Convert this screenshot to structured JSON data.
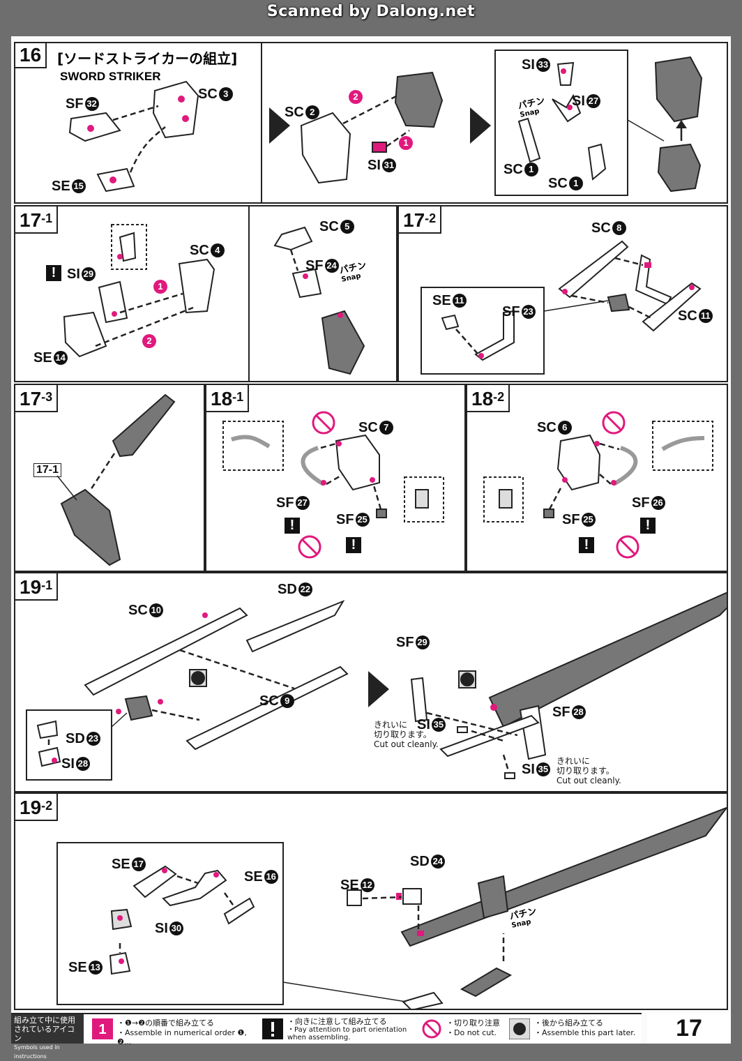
{
  "banner": "Scanned by Dalong.net",
  "page_number": "17",
  "colors": {
    "accent": "#e0197d",
    "ink": "#222222",
    "part": "#7a7a7a"
  },
  "steps": {
    "s16": {
      "num": "16",
      "title_jp": "[ソードストライカーの組立]",
      "title_en": "SWORD STRIKER",
      "labels": [
        "SF",
        "SC",
        "SE",
        "SC",
        "SI",
        "SI",
        "SI",
        "SC",
        "SC"
      ],
      "nums": [
        "32",
        "3",
        "15",
        "2",
        "31",
        "33",
        "27",
        "1",
        "1"
      ],
      "steps_order": [
        "2",
        "1"
      ],
      "snap_jp": "パチン",
      "snap_en": "Snap"
    },
    "s17_1": {
      "num": "17",
      "sub": "-1",
      "labels": [
        "SI",
        "SC",
        "SE",
        "SC",
        "SF"
      ],
      "nums": [
        "29",
        "4",
        "14",
        "5",
        "24"
      ],
      "steps_order": [
        "1",
        "2"
      ],
      "snap_jp": "パチン",
      "snap_en": "Snap"
    },
    "s17_2": {
      "num": "17",
      "sub": "-2",
      "labels": [
        "SC",
        "SE",
        "SF",
        "SC"
      ],
      "nums": [
        "8",
        "11",
        "23",
        "11"
      ]
    },
    "s17_3": {
      "num": "17",
      "sub": "-3",
      "ref": "17-1"
    },
    "s18_1": {
      "num": "18",
      "sub": "-1",
      "labels": [
        "SC",
        "SF",
        "SF"
      ],
      "nums": [
        "7",
        "27",
        "25"
      ]
    },
    "s18_2": {
      "num": "18",
      "sub": "-2",
      "labels": [
        "SC",
        "SF",
        "SF"
      ],
      "nums": [
        "6",
        "26",
        "25"
      ]
    },
    "s19_1": {
      "num": "19",
      "sub": "-1",
      "labels": [
        "SC",
        "SD",
        "SC",
        "SD",
        "SI",
        "SF",
        "SI",
        "SF",
        "SI"
      ],
      "nums": [
        "10",
        "22",
        "9",
        "23",
        "28",
        "29",
        "35",
        "28",
        "35"
      ],
      "cut_jp_1": "きれいに",
      "cut_jp_2": "切り取ります。",
      "cut_en": "Cut out cleanly."
    },
    "s19_2": {
      "num": "19",
      "sub": "-2",
      "labels": [
        "SE",
        "SE",
        "SI",
        "SE",
        "SE",
        "SD"
      ],
      "nums": [
        "17",
        "16",
        "30",
        "13",
        "12",
        "24"
      ],
      "snap_jp": "パチン",
      "snap_en": "Snap"
    }
  },
  "legend": {
    "title_jp_1": "組み立て中に使用",
    "title_jp_2": "されているアイコン",
    "title_en": "Symbols used in instructions",
    "items": [
      {
        "icon": "number-order-icon",
        "jp": "・❶→❷の順番で組み立てる",
        "en": "・Assemble in numerical order ❶, ❷..."
      },
      {
        "icon": "exclamation-icon",
        "jp": "・向きに注意して組み立てる",
        "en": "・Pay attention to part orientation when assembling."
      },
      {
        "icon": "no-cut-icon",
        "jp": "・切り取り注意",
        "en": "・Do not cut."
      },
      {
        "icon": "assemble-later-icon",
        "jp": "・後から組み立てる",
        "en": "・Assemble this part later."
      }
    ]
  }
}
